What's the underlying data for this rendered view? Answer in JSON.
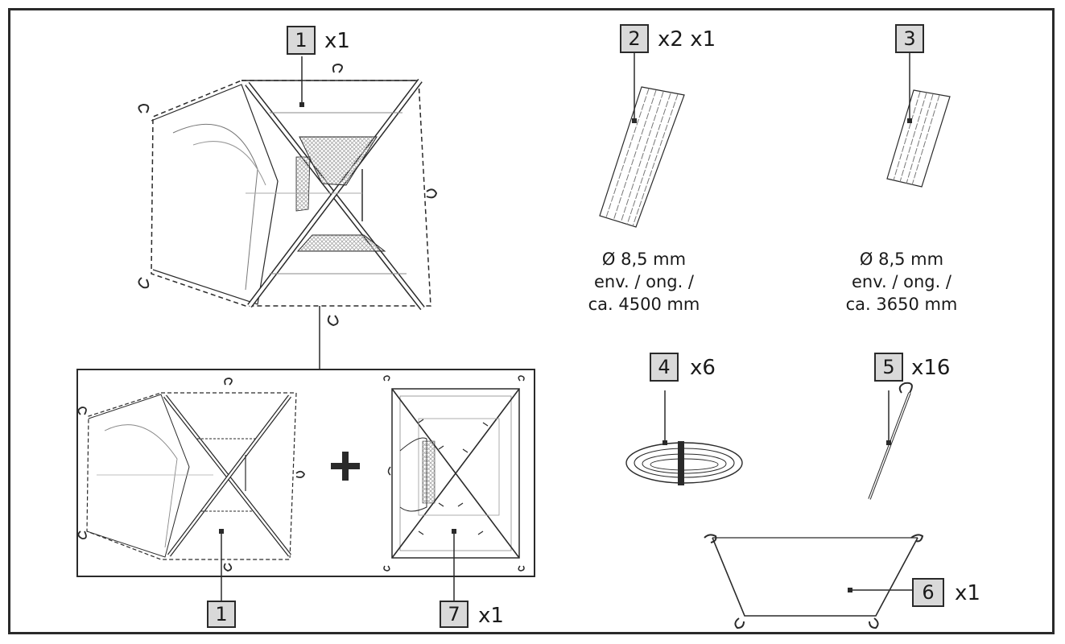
{
  "parts": [
    {
      "number": "1",
      "qty": "x1"
    },
    {
      "number": "2",
      "qty": "x2 x1",
      "spec": [
        "Ø 8,5 mm",
        "env. / ong. /",
        "ca. 4500 mm"
      ]
    },
    {
      "number": "3",
      "qty": "",
      "spec": [
        "Ø 8,5 mm",
        "env. / ong. /",
        "ca. 3650 mm"
      ]
    },
    {
      "number": "4",
      "qty": "x6"
    },
    {
      "number": "5",
      "qty": "x16"
    },
    {
      "number": "6",
      "qty": "x1"
    },
    {
      "number": "7",
      "qty": "x1"
    }
  ],
  "subassembly": {
    "inner_part_number": "1",
    "plus_symbol": "+"
  },
  "colors": {
    "line": "#2a2a2a",
    "label_fill": "#d9d9d9",
    "mesh": "#b8b8b8"
  }
}
